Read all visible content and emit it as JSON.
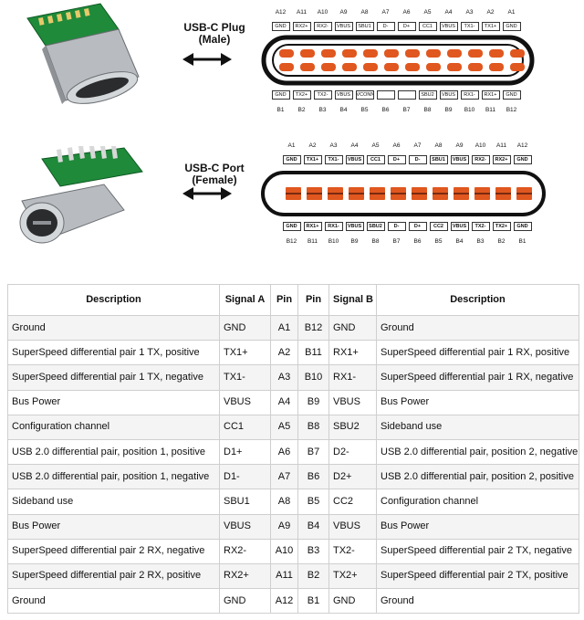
{
  "plug": {
    "title": "USB-C Plug",
    "subtitle": "(Male)",
    "top_pins": [
      "A12",
      "A11",
      "A10",
      "A9",
      "A8",
      "A7",
      "A6",
      "A5",
      "A4",
      "A3",
      "A2",
      "A1"
    ],
    "top_signals": [
      "GND",
      "RX2+",
      "RX2-",
      "VBUS",
      "SBU1",
      "D-",
      "D+",
      "CC1",
      "VBUS",
      "TX1-",
      "TX1+",
      "GND"
    ],
    "bottom_signals": [
      "GND",
      "TX2+",
      "TX2-",
      "VBUS",
      "VCONN",
      "",
      "",
      "SBU2",
      "VBUS",
      "RX1-",
      "RX1+",
      "GND"
    ],
    "bottom_pins": [
      "B1",
      "B2",
      "B3",
      "B4",
      "B5",
      "B6",
      "B7",
      "B8",
      "B9",
      "B10",
      "B11",
      "B12"
    ]
  },
  "port": {
    "title": "USB-C Port",
    "subtitle": "(Female)",
    "top_pins": [
      "A1",
      "A2",
      "A3",
      "A4",
      "A5",
      "A6",
      "A7",
      "A8",
      "A9",
      "A10",
      "A11",
      "A12"
    ],
    "top_signals": [
      "GND",
      "TX1+",
      "TX1-",
      "VBUS",
      "CC1",
      "D+",
      "D-",
      "SBU1",
      "VBUS",
      "RX2-",
      "RX2+",
      "GND"
    ],
    "bottom_signals": [
      "GND",
      "RX1+",
      "RX1-",
      "VBUS",
      "SBU2",
      "D-",
      "D+",
      "CC2",
      "VBUS",
      "TX2-",
      "TX2+",
      "GND"
    ],
    "bottom_pins": [
      "B12",
      "B11",
      "B10",
      "B9",
      "B8",
      "B7",
      "B6",
      "B5",
      "B4",
      "B3",
      "B2",
      "B1"
    ]
  },
  "colors": {
    "contact": "#e0571f",
    "contact_stripe": "#7a2a10",
    "pcb": "#1f8a3a",
    "metal": "#b8bcc0"
  },
  "table": {
    "headers": [
      "Description",
      "Signal A",
      "Pin",
      "Pin",
      "Signal B",
      "Description"
    ],
    "rows": [
      [
        "Ground",
        "GND",
        "A1",
        "B12",
        "GND",
        "Ground"
      ],
      [
        "SuperSpeed differential pair 1 TX, positive",
        "TX1+",
        "A2",
        "B11",
        "RX1+",
        "SuperSpeed differential pair 1 RX, positive"
      ],
      [
        "SuperSpeed differential pair 1 TX, negative",
        "TX1-",
        "A3",
        "B10",
        "RX1-",
        "SuperSpeed differential pair 1 RX, negative"
      ],
      [
        "Bus Power",
        "VBUS",
        "A4",
        "B9",
        "VBUS",
        "Bus Power"
      ],
      [
        "Configuration channel",
        "CC1",
        "A5",
        "B8",
        "SBU2",
        "Sideband use"
      ],
      [
        "USB 2.0 differential pair, position 1, positive",
        "D1+",
        "A6",
        "B7",
        "D2-",
        "USB 2.0 differential pair, position 2, negative"
      ],
      [
        "USB 2.0 differential pair, position 1, negative",
        "D1-",
        "A7",
        "B6",
        "D2+",
        "USB 2.0 differential pair, position 2, positive"
      ],
      [
        "Sideband use",
        "SBU1",
        "A8",
        "B5",
        "CC2",
        "Configuration channel"
      ],
      [
        "Bus Power",
        "VBUS",
        "A9",
        "B4",
        "VBUS",
        "Bus Power"
      ],
      [
        "SuperSpeed differential pair 2 RX, negative",
        "RX2-",
        "A10",
        "B3",
        "TX2-",
        "SuperSpeed differential pair 2 TX, negative"
      ],
      [
        "SuperSpeed differential pair 2 RX, positive",
        "RX2+",
        "A11",
        "B2",
        "TX2+",
        "SuperSpeed differential pair 2 TX, positive"
      ],
      [
        "Ground",
        "GND",
        "A12",
        "B1",
        "GND",
        "Ground"
      ]
    ]
  }
}
